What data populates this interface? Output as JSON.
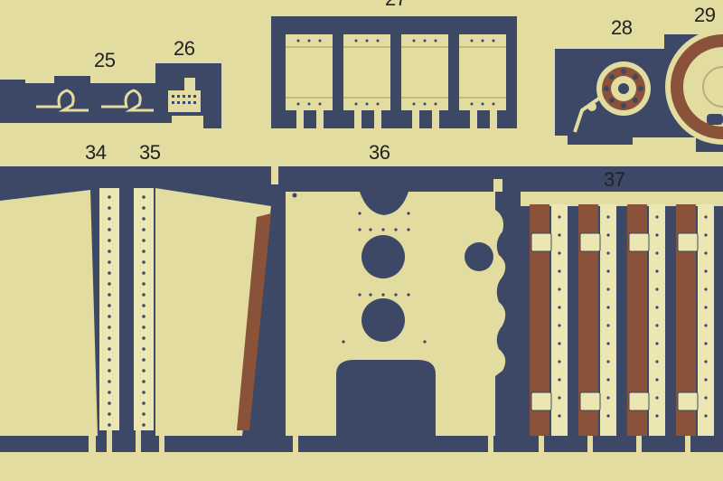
{
  "photo": {
    "colors": {
      "brass": "#e3dca0",
      "brass_light": "#ece6b3",
      "background": "#3c4866",
      "copper": "#8a5238",
      "hole": "#2f3a55"
    },
    "part_labels": [
      {
        "id": "p25",
        "text": "25"
      },
      {
        "id": "p26",
        "text": "26"
      },
      {
        "id": "p27",
        "text": "27"
      },
      {
        "id": "p28",
        "text": "28"
      },
      {
        "id": "p29",
        "text": "29"
      },
      {
        "id": "p34",
        "text": "34"
      },
      {
        "id": "p35",
        "text": "35"
      },
      {
        "id": "p36",
        "text": "36"
      },
      {
        "id": "p37",
        "text": "37"
      }
    ]
  }
}
